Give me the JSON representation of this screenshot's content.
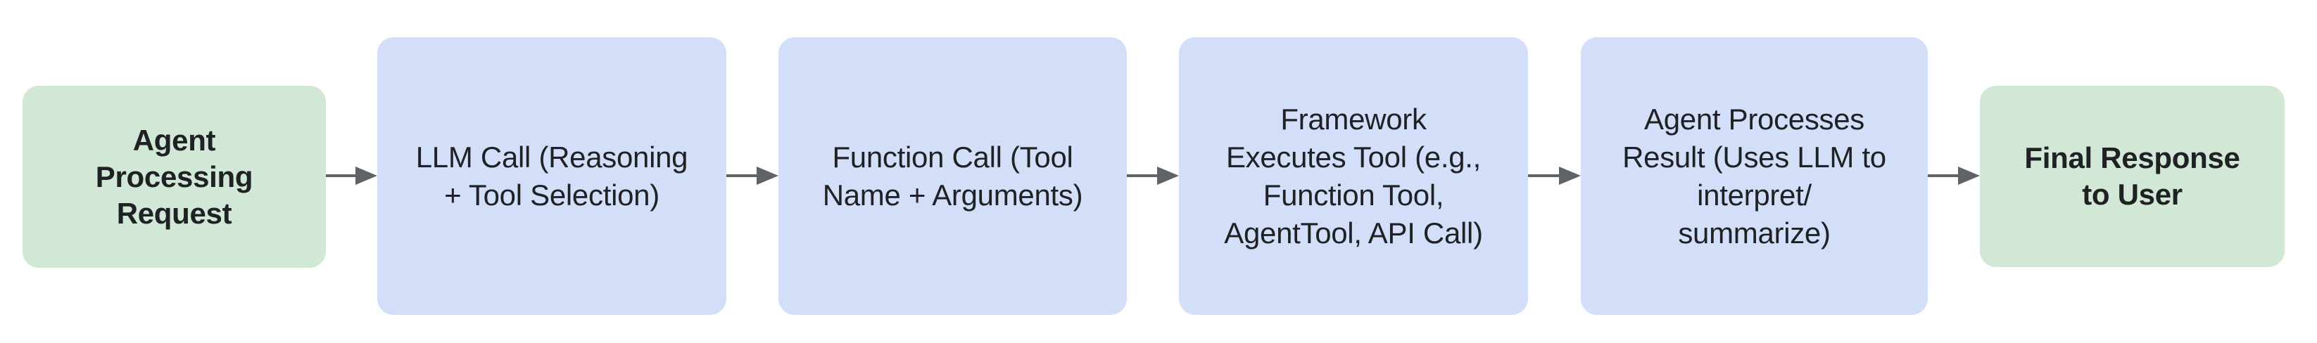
{
  "diagram": {
    "type": "flowchart",
    "direction": "left-to-right",
    "colors": {
      "start_end_fill": "#d1e8d6",
      "process_fill": "#d3dff8",
      "arrow": "#5f6368",
      "text": "#202124",
      "background": "#ffffff"
    },
    "nodes": [
      {
        "id": "agent-processing-request",
        "kind": "start-end",
        "text": "Agent\nProcessing\nRequest"
      },
      {
        "id": "llm-call",
        "kind": "process",
        "text": "LLM Call (Reasoning\n+ Tool Selection)"
      },
      {
        "id": "function-call",
        "kind": "process",
        "text": "Function Call (Tool\nName + Arguments)"
      },
      {
        "id": "framework-executes-tool",
        "kind": "process",
        "text": "Framework\nExecutes Tool (e.g.,\nFunction Tool,\nAgentTool, API Call)"
      },
      {
        "id": "agent-processes-result",
        "kind": "process",
        "text": "Agent Processes\nResult (Uses LLM to\ninterpret/\nsummarize)"
      },
      {
        "id": "final-response-to-user",
        "kind": "start-end",
        "text": "Final Response\nto User"
      }
    ],
    "edges": [
      {
        "from": "agent-processing-request",
        "to": "llm-call"
      },
      {
        "from": "llm-call",
        "to": "function-call"
      },
      {
        "from": "function-call",
        "to": "framework-executes-tool"
      },
      {
        "from": "framework-executes-tool",
        "to": "agent-processes-result"
      },
      {
        "from": "agent-processes-result",
        "to": "final-response-to-user"
      }
    ]
  }
}
